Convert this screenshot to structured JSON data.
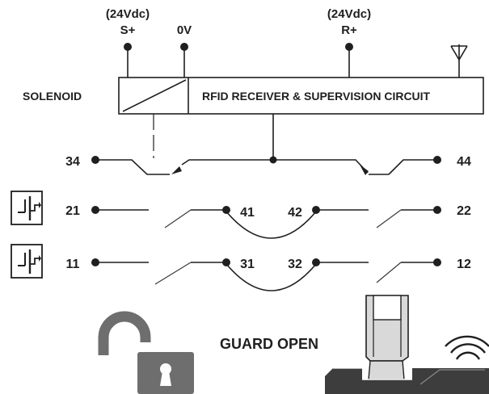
{
  "supply": {
    "s_plus_voltage": "(24Vdc)",
    "s_plus_label": "S+",
    "zero_v_label": "0V",
    "r_plus_voltage": "(24Vdc)",
    "r_plus_label": "R+"
  },
  "blocks": {
    "solenoid_label": "SOLENOID",
    "rfid_label": "RFID RECEIVER & SUPERVISION CIRCUIT"
  },
  "terminals": {
    "t34": "34",
    "t44": "44",
    "t21": "21",
    "t41": "41",
    "t42": "42",
    "t22": "22",
    "t11": "11",
    "t31": "31",
    "t32": "32",
    "t12": "12"
  },
  "status": {
    "guard_state": "GUARD OPEN"
  },
  "colors": {
    "ink": "#1f1f1f",
    "lock_gray": "#6e6e6e",
    "actuator_dark": "#3d3d3d",
    "actuator_light": "#d9d9d9"
  },
  "icons": {
    "antenna": "antenna-icon",
    "contact_symbol": "door-contact-icon",
    "padlock": "padlock-open-icon",
    "signal": "wireless-signal-icon"
  }
}
